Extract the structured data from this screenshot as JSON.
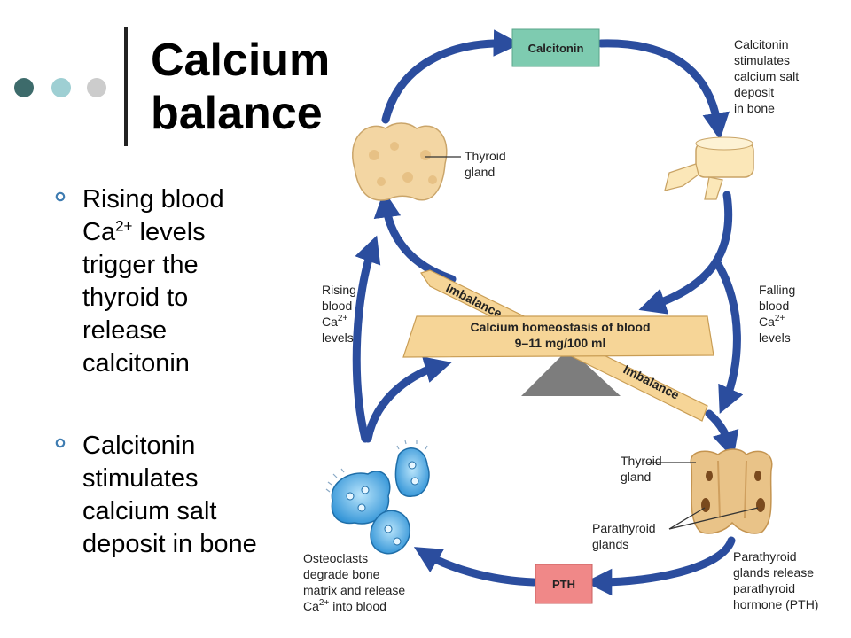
{
  "slide": {
    "title_line1": "Calcium",
    "title_line2": "balance",
    "bullets": [
      {
        "pre": "Rising blood Ca",
        "sup": "2+",
        "post": " levels trigger the thyroid to release calcitonin"
      },
      {
        "pre": "Calcitonin stimulates calcium salt deposit in bone",
        "sup": "",
        "post": ""
      }
    ]
  },
  "colors": {
    "dot1": "#3d6b6b",
    "dot2": "#9ecfd3",
    "dot3": "#cccccc",
    "arrow": "#2b4d9e",
    "calcitonin_box": "#7ecbb0",
    "pth_box": "#f08888",
    "plank": "#f6d597",
    "fulcrum": "#7d7d7d"
  },
  "diagram": {
    "calcitonin": "Calcitonin",
    "pth": "PTH",
    "thyroid_top": [
      "Thyroid",
      "gland"
    ],
    "calcitonin_effect": [
      "Calcitonin",
      "stimulates",
      "calcium salt",
      "deposit",
      "in bone"
    ],
    "rising": [
      "Rising",
      "blood",
      "Ca",
      "levels"
    ],
    "falling": [
      "Falling",
      "blood",
      "Ca",
      "levels"
    ],
    "ca_sup": "2+",
    "homeostasis_line1": "Calcium homeostasis of blood",
    "homeostasis_line2": "9–11 mg/100 ml",
    "imbalance_top": "Imbalance",
    "imbalance_bottom": "Imbalance",
    "thyroid_bottom": [
      "Thyroid",
      "gland"
    ],
    "parathyroid": [
      "Parathyroid",
      "glands"
    ],
    "parathyroid_release": [
      "Parathyroid",
      "glands release",
      "parathyroid",
      "hormone (PTH)"
    ],
    "osteoclasts_lines": [
      "Osteoclasts",
      "degrade bone",
      "matrix and release"
    ],
    "osteoclasts_last_pre": "Ca",
    "osteoclasts_last_post": " into blood"
  }
}
